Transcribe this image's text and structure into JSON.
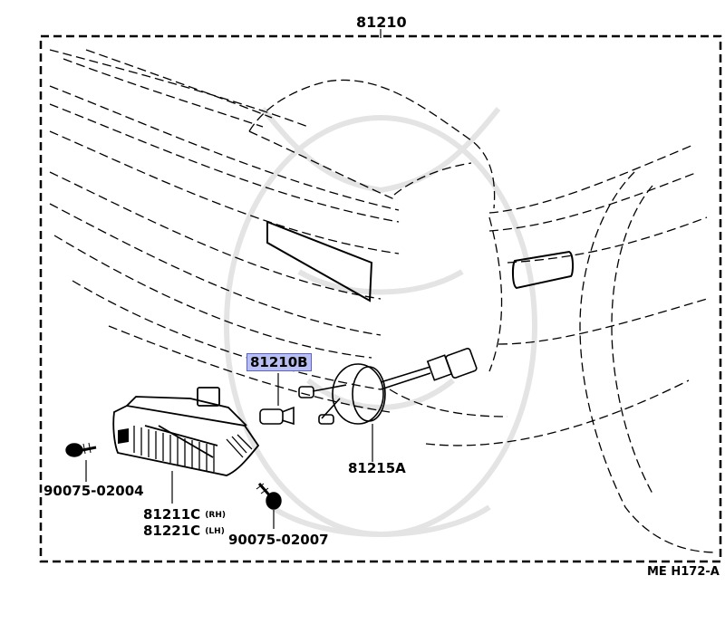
{
  "diagram": {
    "top_label": "81210",
    "code": "ME H172-A",
    "parts": [
      {
        "id": "bulb",
        "number": "81210B",
        "highlighted": true
      },
      {
        "id": "socket",
        "number": "81215A"
      },
      {
        "id": "screw_left",
        "number": "90075-02004"
      },
      {
        "id": "screw_right",
        "number": "90075-02007"
      },
      {
        "id": "lamp_rh",
        "number": "81211C",
        "side": "RH"
      },
      {
        "id": "lamp_lh",
        "number": "81221C",
        "side": "LH"
      }
    ]
  },
  "colors": {
    "line": "#000000",
    "highlight_fill": "#b9bff0",
    "highlight_border": "#5a62c8",
    "watermark": "#e6e6e6"
  }
}
